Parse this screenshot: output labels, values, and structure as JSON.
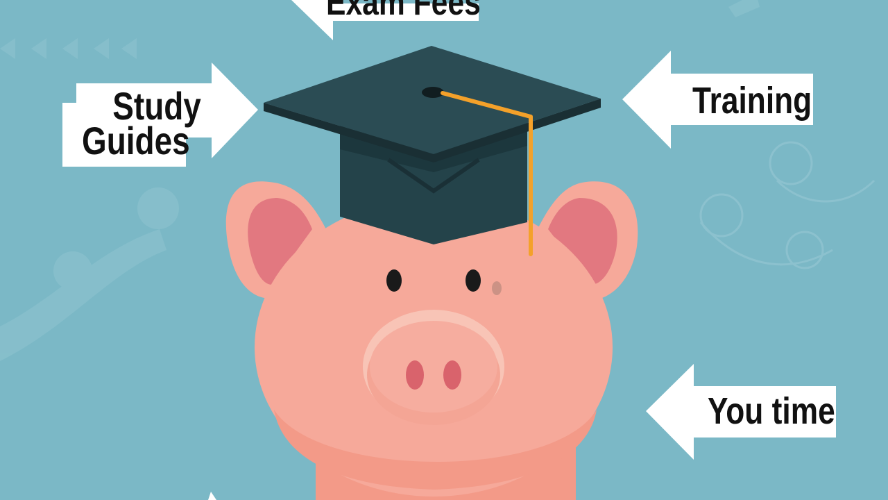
{
  "labels": {
    "exam_fees": "Exam Fees",
    "study_line1": "Study",
    "study_line2": "Guides",
    "training": "Training",
    "you_time": "You time"
  },
  "colors": {
    "background": "#7bb8c6",
    "pig_skin": "#f6a99a",
    "pig_ear_inner": "#e27880",
    "cap": "#24434a",
    "tassel": "#f4a12a",
    "arrow": "#ffffff"
  },
  "icons": [
    "graduation-cap-icon",
    "piggy-bank-icon",
    "arrow-icon"
  ]
}
